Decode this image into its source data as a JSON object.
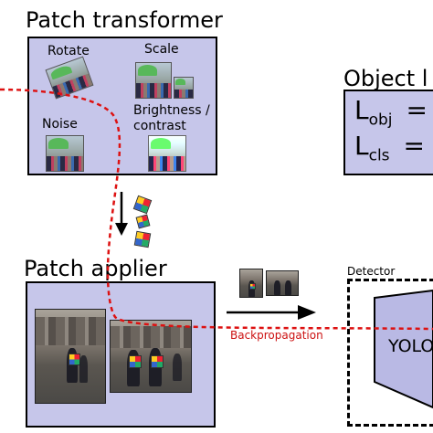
{
  "patch_transformer": {
    "title": "Patch transformer",
    "rotate": "Rotate",
    "scale": "Scale",
    "noise": "Noise",
    "brightness_line1": "Brightness /",
    "brightness_line2": "contrast"
  },
  "patch_applier": {
    "title": "Patch applier"
  },
  "object_loss": {
    "title": "Object l",
    "l1_main": "L",
    "l1_sub": "obj",
    "l1_eq": "=",
    "l2_main": "L",
    "l2_sub": "cls",
    "l2_eq": "="
  },
  "detector": {
    "title": "Detector",
    "model": "YOLO"
  },
  "backprop_label": "Backpropagation",
  "colors": {
    "panel": "#c6c6ea",
    "backprop": "#dd1111",
    "detector_body": "#b9b9e4"
  }
}
